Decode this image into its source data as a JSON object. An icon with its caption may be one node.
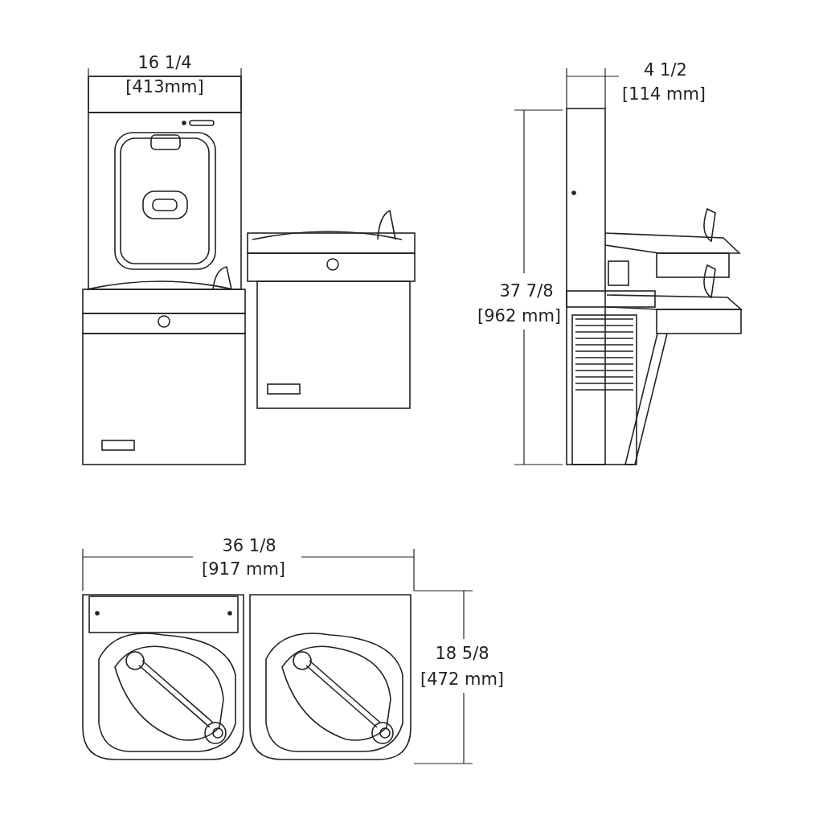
{
  "diagram": {
    "labels": [
      "16 1/4",
      "[413mm]",
      "4 1/2",
      "[114 mm]",
      "37 7/8",
      "[962 mm]",
      "36 1/8",
      "[917 mm]",
      "18 5/8",
      "[472 mm]"
    ]
  }
}
